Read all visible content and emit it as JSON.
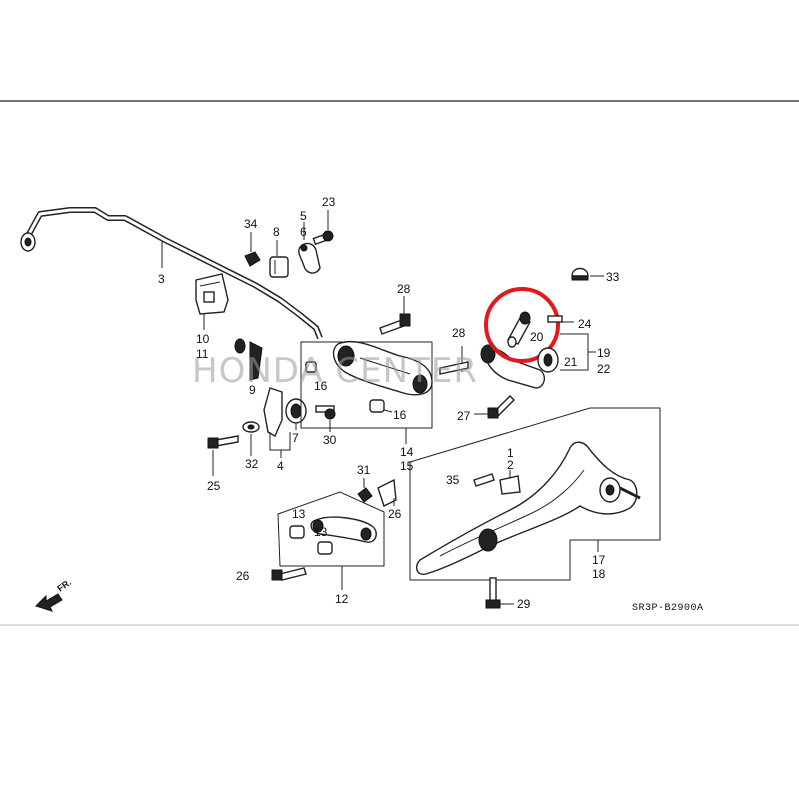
{
  "diagram": {
    "part_numbers": [
      "1",
      "2",
      "3",
      "4",
      "5",
      "6",
      "7",
      "8",
      "9",
      "10",
      "11",
      "12",
      "13",
      "13",
      "14",
      "15",
      "16",
      "16",
      "17",
      "18",
      "19",
      "20",
      "21",
      "22",
      "23",
      "24",
      "25",
      "26",
      "26",
      "27",
      "28",
      "28",
      "29",
      "30",
      "31",
      "32",
      "33",
      "34",
      "35"
    ],
    "labels": {
      "n1": "1",
      "n2": "2",
      "n3": "3",
      "n4": "4",
      "n5": "5",
      "n6": "6",
      "n7": "7",
      "n8": "8",
      "n9": "9",
      "n10": "10",
      "n11": "11",
      "n12": "12",
      "n13a": "13",
      "n13b": "13",
      "n14": "14",
      "n15": "15",
      "n16a": "16",
      "n16b": "16",
      "n17": "17",
      "n18": "18",
      "n19": "19",
      "n20": "20",
      "n21": "21",
      "n22": "22",
      "n23": "23",
      "n24": "24",
      "n25": "25",
      "n26a": "26",
      "n26b": "26",
      "n27": "27",
      "n28a": "28",
      "n28b": "28",
      "n29": "29",
      "n30": "30",
      "n31": "31",
      "n32": "32",
      "n33": "33",
      "n34": "34",
      "n35": "35"
    },
    "diagram_code": "SR3P-B2900A",
    "watermark": "HONDA CENTER",
    "direction_label": "FR.",
    "highlight_color": "#e0191c"
  }
}
